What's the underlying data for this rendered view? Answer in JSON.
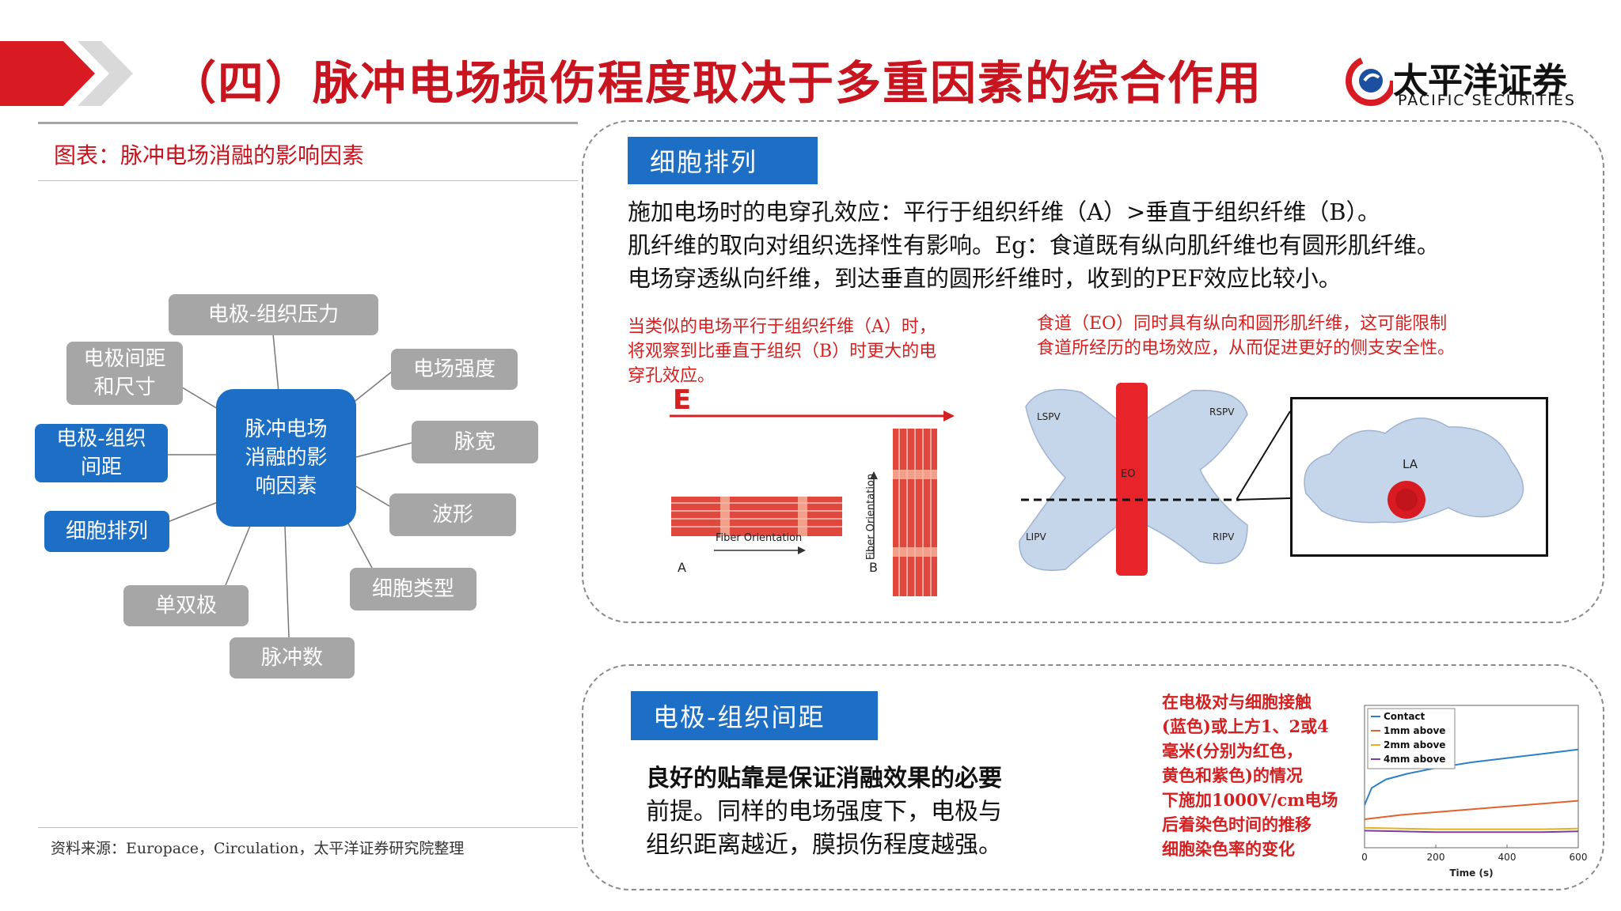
{
  "header": {
    "title": "（四）脉冲电场损伤程度取决于多重因素的综合作用",
    "logo_cn": "太平洋证券",
    "logo_en": "PACIFIC SECURITIES"
  },
  "figure": {
    "title": "图表：脉冲电场消融的影响因素",
    "source": "资料来源：Europace，Circulation，太平洋证券研究院整理"
  },
  "mindmap": {
    "center": [
      "脉冲电场",
      "消融的影",
      "响因素"
    ],
    "nodes": [
      {
        "lines": [
          "电极-组织压力"
        ],
        "style": "gray"
      },
      {
        "lines": [
          "电极间距",
          "和尺寸"
        ],
        "style": "gray"
      },
      {
        "lines": [
          "电场强度"
        ],
        "style": "gray"
      },
      {
        "lines": [
          "电极-组织",
          "间距"
        ],
        "style": "blue"
      },
      {
        "lines": [
          "脉宽"
        ],
        "style": "gray"
      },
      {
        "lines": [
          "波形"
        ],
        "style": "gray"
      },
      {
        "lines": [
          "细胞排列"
        ],
        "style": "blue"
      },
      {
        "lines": [
          "细胞类型"
        ],
        "style": "gray"
      },
      {
        "lines": [
          "单双极"
        ],
        "style": "gray"
      },
      {
        "lines": [
          "脉冲数"
        ],
        "style": "gray"
      }
    ]
  },
  "panel_cell": {
    "tag": "细胞排列",
    "paragraph": [
      "施加电场时的电穿孔效应：平行于组织纤维（A）>垂直于组织纤维（B）。",
      "肌纤维的取向对组织选择性有影响。Eg：食道既有纵向肌纤维也有圆形肌纤维。",
      "电场穿透纵向纤维，到达垂直的圆形纤维时，收到的PEF效应比较小。"
    ],
    "note_left": [
      "当类似的电场平行于组织纤维（A）时，",
      "将观察到比垂直于组织（B）时更大的电",
      "穿孔效应。"
    ],
    "note_right": [
      "食道（EO）同时具有纵向和圆形肌纤维，这可能限制",
      "食道所经历的电场效应，从而促进更好的侧支安全性。"
    ],
    "fiber_diagram": {
      "field_label": "E",
      "fiber_orientation_label": "Fiber Orientation",
      "label_a": "A",
      "label_b": "B"
    },
    "atrium_diagram": {
      "lspv": "LSPV",
      "rspv": "RSPV",
      "lipv": "LIPV",
      "ripv": "RIPV",
      "eo": "EO",
      "la": "LA"
    }
  },
  "panel_distance": {
    "tag": "电极-组织间距",
    "paragraph": [
      "良好的贴靠是保证消融效果的必要",
      "前提。同样的电场强度下，电极与",
      "组织距离越近，膜损伤程度越强。"
    ],
    "note": [
      "在电极对与细胞接触",
      "(蓝色)或上方1、2或4",
      "毫米(分别为红色，",
      "黄色和紫色)的情况",
      "下施加1000V/cm电场",
      "后着染色时间的推移",
      "细胞染色率的变化"
    ]
  },
  "chart_data": {
    "type": "line",
    "xlabel": "Time (s)",
    "ylabel": "",
    "xlim": [
      0,
      600
    ],
    "x_ticks": [
      0,
      200,
      400,
      600
    ],
    "ylim": [
      0,
      1
    ],
    "legend_position": "top-left",
    "grid": false,
    "series": [
      {
        "name": "Contact",
        "color": "#2f7fc4",
        "x": [
          0,
          20,
          60,
          120,
          200,
          300,
          400,
          500,
          600
        ],
        "y": [
          0.3,
          0.42,
          0.48,
          0.52,
          0.56,
          0.6,
          0.63,
          0.66,
          0.69
        ]
      },
      {
        "name": "1mm above",
        "color": "#e0622c",
        "x": [
          0,
          100,
          200,
          300,
          400,
          500,
          600
        ],
        "y": [
          0.2,
          0.23,
          0.25,
          0.27,
          0.29,
          0.31,
          0.33
        ]
      },
      {
        "name": "2mm above",
        "color": "#e8b020",
        "x": [
          0,
          100,
          200,
          300,
          400,
          500,
          600
        ],
        "y": [
          0.14,
          0.135,
          0.13,
          0.13,
          0.13,
          0.13,
          0.135
        ]
      },
      {
        "name": "4mm above",
        "color": "#7a3fa0",
        "x": [
          0,
          100,
          200,
          300,
          400,
          500,
          600
        ],
        "y": [
          0.12,
          0.115,
          0.11,
          0.11,
          0.11,
          0.11,
          0.115
        ]
      }
    ]
  }
}
